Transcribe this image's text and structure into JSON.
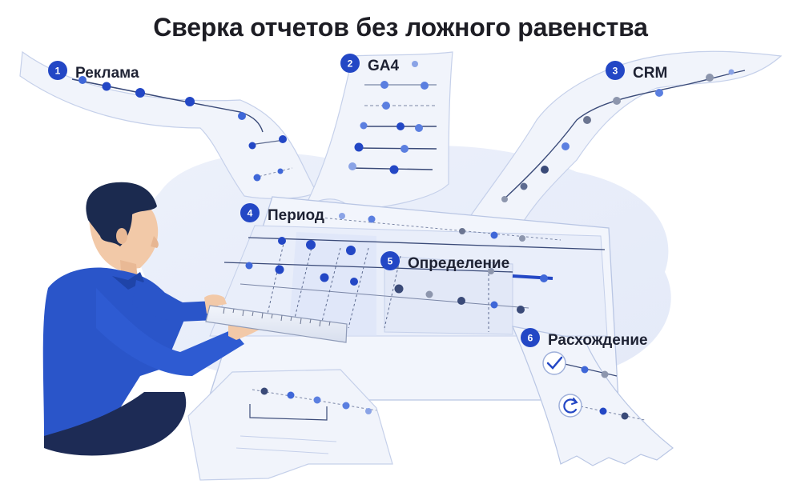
{
  "title": "Сверка отчетов без ложного равенства",
  "steps": [
    {
      "num": "1",
      "label": "Реклама"
    },
    {
      "num": "2",
      "label": "GA4"
    },
    {
      "num": "3",
      "label": "CRM"
    },
    {
      "num": "4",
      "label": "Период"
    },
    {
      "num": "5",
      "label": "Определение"
    },
    {
      "num": "6",
      "label": "Расхождение"
    }
  ],
  "icons": {
    "verified": "check-icon",
    "recheck": "refresh-icon"
  },
  "colors": {
    "accent": "#2347c5",
    "sheet": "#eef2fb",
    "sheet_stroke": "#b9c6e4",
    "shirt": "#2a55c9",
    "hair": "#1b2a4f",
    "skin": "#f2c9a8",
    "dot_blue": "#3f67d8",
    "dot_dark": "#3a4a78",
    "dot_gray": "#8d96ad"
  }
}
